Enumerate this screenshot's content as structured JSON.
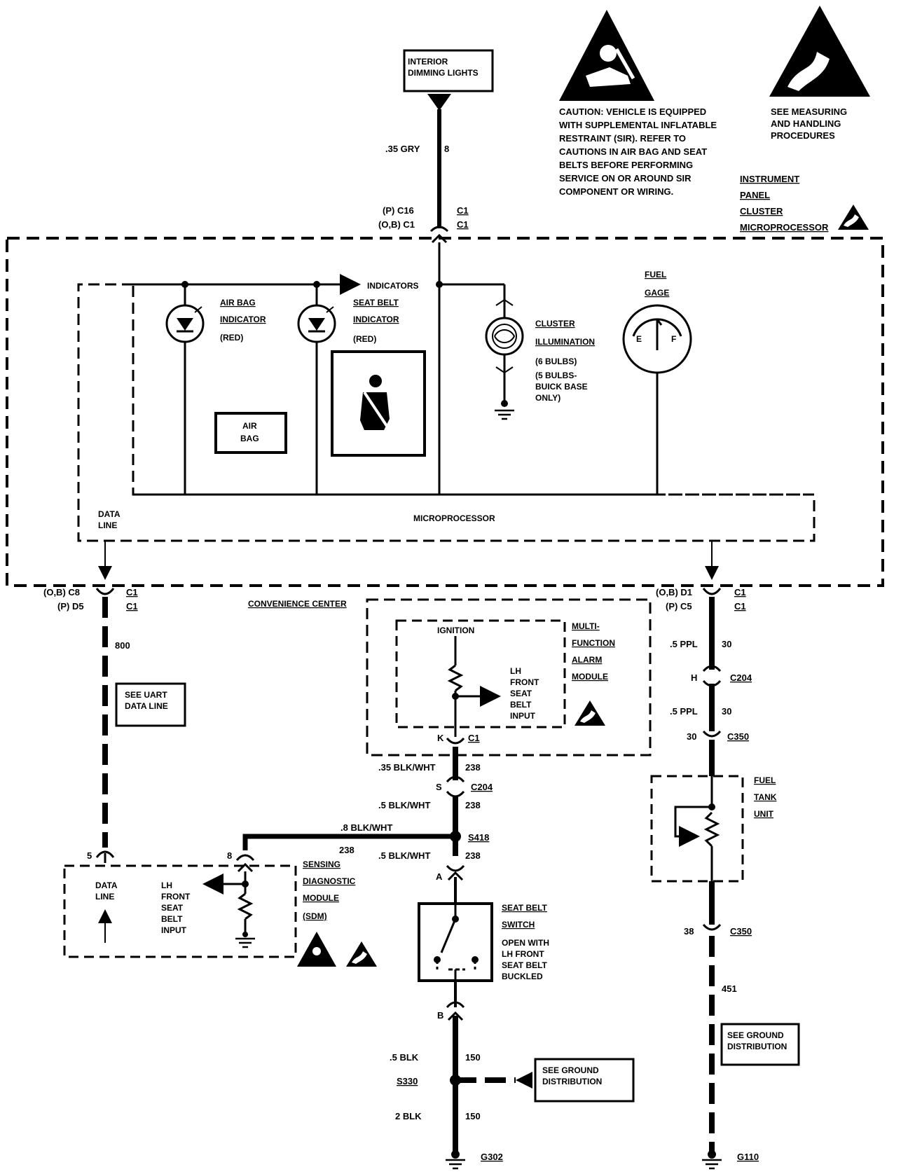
{
  "title_boxes": {
    "interior_dimming": [
      "INTERIOR",
      "DIMMING LIGHTS"
    ],
    "uart": [
      "SEE UART",
      "DATA LINE"
    ],
    "ground_dist_right": [
      "SEE GROUND",
      "DISTRIBUTION"
    ],
    "ground_dist_bottom": [
      "SEE GROUND",
      "DISTRIBUTION"
    ]
  },
  "caution": {
    "lines": [
      "CAUTION: VEHICLE IS EQUIPPED",
      "WITH SUPPLEMENTAL INFLATABLE",
      "RESTRAINT (SIR). REFER TO",
      "CAUTIONS IN AIR BAG AND SEAT",
      "BELTS BEFORE PERFORMING",
      "SERVICE ON OR AROUND SIR",
      "COMPONENT OR WIRING."
    ]
  },
  "esd_note": [
    "SEE MEASURING",
    "AND HANDLING",
    "PROCEDURES"
  ],
  "ipc": {
    "title": [
      "INSTRUMENT",
      "PANEL",
      "CLUSTER",
      "MICROPROCESSOR"
    ],
    "air_bag_indicator": [
      "AIR BAG",
      "INDICATOR",
      "(RED)"
    ],
    "seat_belt_indicator": [
      "SEAT BELT",
      "INDICATOR",
      "(RED)"
    ],
    "indicators": "INDICATORS",
    "air_bag_box": [
      "AIR",
      "BAG"
    ],
    "cluster_illumination": [
      "CLUSTER",
      "ILLUMINATION",
      "(6 BULBS)",
      "(5 BULBS-",
      "BUICK BASE",
      "ONLY)"
    ],
    "fuel_gage": [
      "FUEL",
      "GAGE"
    ],
    "gauge_e": "E",
    "gauge_f": "F",
    "data_line": [
      "DATA",
      "LINE"
    ],
    "microprocessor": "MICROPROCESSOR"
  },
  "wires": {
    "top_gauge": ".35 GRY",
    "top_circuit": "8",
    "top_conn_p": "(P) C16",
    "top_conn_ob": "(O,B) C1",
    "top_c1a": "C1",
    "top_c1b": "C1",
    "left_conn_ob": "(O,B) C8",
    "left_conn_p": "(P) D5",
    "left_c1a": "C1",
    "left_c1b": "C1",
    "left_circuit": "800",
    "right_conn_ob": "(O,B) D1",
    "right_conn_p": "(P) C5",
    "right_c1a": "C1",
    "right_c1b": "C1",
    "r1_gauge": ".5 PPL",
    "r1_circuit": "30",
    "c204_pin_h": "H",
    "c204_r": "C204",
    "r2_gauge": ".5 PPL",
    "r2_circuit": "30",
    "c350_pin_30": "30",
    "c350_a": "C350",
    "c350_pin_38": "38",
    "c350_b": "C350",
    "r_circuit_451": "451",
    "g110": "G110",
    "k_pin": "K",
    "k_c1": "C1",
    "m1_gauge": ".35 BLK/WHT",
    "m1_circuit": "238",
    "s_pin": "S",
    "c204_m": "C204",
    "m2_gauge": ".5 BLK/WHT",
    "m2_circuit": "238",
    "h_gauge": ".8 BLK/WHT",
    "h_circuit": "238",
    "s418": "S418",
    "m3_gauge": ".5 BLK/WHT",
    "m3_circuit": "238",
    "a_pin": "A",
    "b_pin": "B",
    "m4_gauge": ".5 BLK",
    "m4_circuit": "150",
    "s330": "S330",
    "m5_gauge": "2 BLK",
    "m5_circuit": "150",
    "g302": "G302",
    "sdm_pin5": "5",
    "sdm_pin8": "8"
  },
  "convenience_center": "CONVENIENCE CENTER",
  "alarm_module": {
    "ignition": "IGNITION",
    "lh_input": [
      "LH",
      "FRONT",
      "SEAT",
      "BELT",
      "INPUT"
    ],
    "title": [
      "MULTI-",
      "FUNCTION",
      "ALARM",
      "MODULE"
    ]
  },
  "sdm": {
    "data_line": [
      "DATA",
      "LINE"
    ],
    "lh_input": [
      "LH",
      "FRONT",
      "SEAT",
      "BELT",
      "INPUT"
    ],
    "title": [
      "SENSING",
      "DIAGNOSTIC",
      "MODULE",
      "(SDM)"
    ]
  },
  "seat_belt_switch": {
    "title": [
      "SEAT BELT",
      "SWITCH"
    ],
    "desc": [
      "OPEN WITH",
      "LH FRONT",
      "SEAT BELT",
      "BUCKLED"
    ]
  },
  "fuel_tank_unit": [
    "FUEL",
    "TANK",
    "UNIT"
  ]
}
